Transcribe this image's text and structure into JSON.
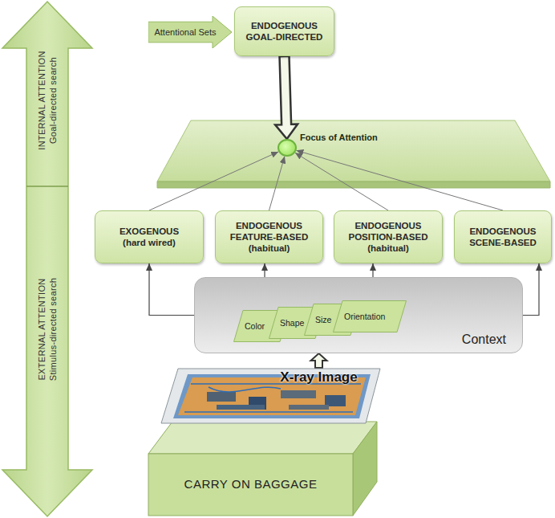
{
  "diagram": {
    "nodes": [
      {
        "text": [
          "INTERNAL ATTENTION",
          "Goal-directed search"
        ]
      },
      {
        "text": [
          "EXTERNAL ATTENTION",
          "Stimulus-directed search"
        ]
      },
      {
        "text": [
          "Attentional Sets"
        ]
      },
      {
        "text": [
          "ENDOGENOUS GOAL-DIRECTED"
        ]
      },
      {
        "text": [
          "Focus of Attention"
        ]
      },
      {
        "text": [
          "EXOGENOUS",
          "(hard wired)"
        ]
      },
      {
        "text": [
          "ENDOGENOUS FEATURE-BASED",
          "(habitual)"
        ]
      },
      {
        "text": [
          "ENDOGENOUS POSITION-BASED",
          "(habitual)"
        ]
      },
      {
        "text": [
          "ENDOGENOUS SCENE-BASED"
        ]
      },
      {
        "text": [
          "Context"
        ]
      },
      {
        "text": [
          "Color"
        ],
        "in": 9
      },
      {
        "text": [
          "Shape"
        ],
        "in": 9
      },
      {
        "text": [
          "Size"
        ],
        "in": 9
      },
      {
        "text": [
          "Orientation"
        ],
        "in": 9
      },
      {
        "text": [
          "X-ray Image"
        ]
      },
      {
        "text": [
          "CARRY ON BAGGAGE"
        ]
      }
    ],
    "edges": [
      {
        "from": 3,
        "to": 4,
        "arrow": "to"
      },
      {
        "from": 5,
        "to": 4,
        "arrow": "to"
      },
      {
        "from": 6,
        "to": 4,
        "arrow": "to"
      },
      {
        "from": 7,
        "to": 4,
        "arrow": "to"
      },
      {
        "from": 8,
        "to": 4,
        "arrow": "to"
      },
      {
        "from": 9,
        "to": 5,
        "arrow": "to"
      },
      {
        "from": 10,
        "to": 6,
        "arrow": "to"
      },
      {
        "from": 13,
        "to": 7,
        "arrow": "to"
      },
      {
        "from": 9,
        "to": 8,
        "arrow": "to"
      },
      {
        "from": 14,
        "to": 9,
        "arrow": "to"
      }
    ]
  }
}
